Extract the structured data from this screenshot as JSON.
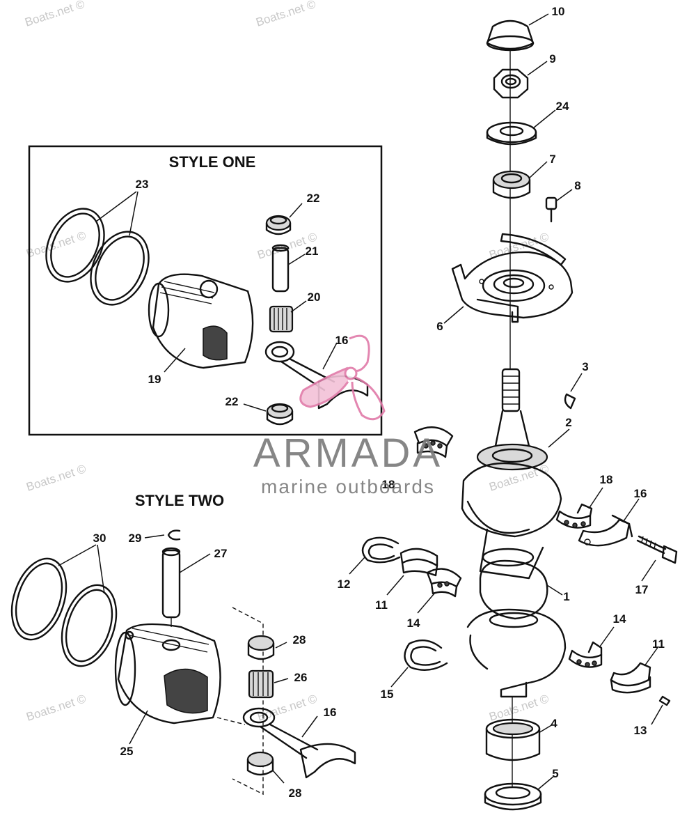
{
  "headings": {
    "style_one": "STYLE ONE",
    "style_two": "STYLE TWO"
  },
  "logo": {
    "brand": "ARMADA",
    "tagline": "marine outboards"
  },
  "watermark": "Boats.net ©",
  "labels": {
    "p1": "1",
    "p2": "2",
    "p3": "3",
    "p4": "4",
    "p5": "5",
    "p6": "6",
    "p7": "7",
    "p8": "8",
    "p9": "9",
    "p10": "10",
    "p11a": "11",
    "p11b": "11",
    "p12": "12",
    "p13": "13",
    "p14a": "14",
    "p14b": "14",
    "p15": "15",
    "p16a": "16",
    "p16b": "16",
    "p16c": "16",
    "p17": "17",
    "p18a": "18",
    "p18b": "18",
    "p19": "19",
    "p20": "20",
    "p21": "21",
    "p22a": "22",
    "p22b": "22",
    "p23": "23",
    "p24": "24",
    "p25": "25",
    "p26": "26",
    "p27": "27",
    "p28a": "28",
    "p28b": "28",
    "p29": "29",
    "p30": "30"
  },
  "colors": {
    "line": "#111111",
    "logo_gray": "#7a7a7a",
    "logo_pink": "#e07aa8",
    "watermark": "#c8c8c8"
  }
}
